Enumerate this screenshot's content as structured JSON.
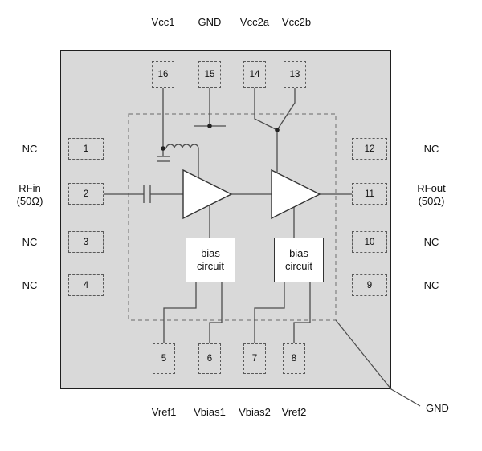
{
  "chip": {
    "top_pins": [
      {
        "number": "16",
        "label": "Vcc1"
      },
      {
        "number": "15",
        "label": "GND"
      },
      {
        "number": "14",
        "label": "Vcc2a"
      },
      {
        "number": "13",
        "label": "Vcc2b"
      }
    ],
    "bottom_pins": [
      {
        "number": "5",
        "label": "Vref1"
      },
      {
        "number": "6",
        "label": "Vbias1"
      },
      {
        "number": "7",
        "label": "Vbias2"
      },
      {
        "number": "8",
        "label": "Vref2"
      }
    ],
    "left_pins": [
      {
        "number": "1",
        "label": "NC"
      },
      {
        "number": "2",
        "label": "RFin",
        "sublabel": "(50Ω)"
      },
      {
        "number": "3",
        "label": "NC"
      },
      {
        "number": "4",
        "label": "NC"
      }
    ],
    "right_pins": [
      {
        "number": "12",
        "label": "NC"
      },
      {
        "number": "11",
        "label": "RFout",
        "sublabel": "(50Ω)"
      },
      {
        "number": "10",
        "label": "NC"
      },
      {
        "number": "9",
        "label": "NC"
      }
    ],
    "blocks": {
      "bias1": "bias circuit",
      "bias2": "bias circuit"
    },
    "corner_label": "GND"
  },
  "colors": {
    "chip_fill": "#d9d9d9",
    "line": "#4d4d4d",
    "die_boundary": "#808080",
    "text": "#111111"
  }
}
